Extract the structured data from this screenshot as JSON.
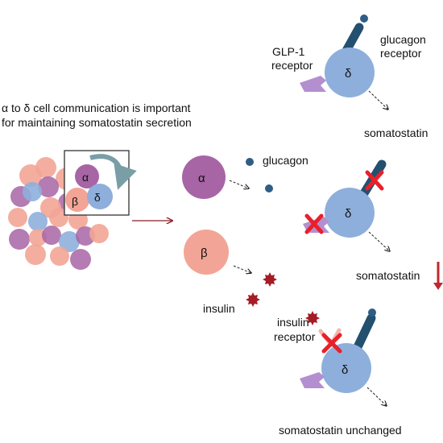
{
  "header": {
    "line1": "α to δ cell communication is important",
    "line2": "for maintaining somatostatin secretion"
  },
  "cells": {
    "alpha": "α",
    "beta": "β",
    "delta": "δ"
  },
  "panel_top": {
    "glp1_line1": "GLP-1",
    "glp1_line2": "receptor",
    "glucagon_receptor_line1": "glucagon",
    "glucagon_receptor_line2": "receptor",
    "output": "somatostatin"
  },
  "panel_middle": {
    "glucagon": "glucagon",
    "insulin": "insulin",
    "output": "somatostatin",
    "output_change": "decreased"
  },
  "panel_bottom": {
    "insulin_receptor_line1": "insulin",
    "insulin_receptor_line2": "receptor",
    "output": "somatostatin unchanged"
  },
  "colors": {
    "alpha": "#a765a5",
    "beta": "#f2a596",
    "delta": "#8eafdc",
    "ligand": "#2e5e86",
    "receptor_glp1": "#b48fcf",
    "receptor_glucagon": "#24506f",
    "block": "#e8202a",
    "insulin": "#a51b26",
    "down_arrow": "#c0282e"
  }
}
